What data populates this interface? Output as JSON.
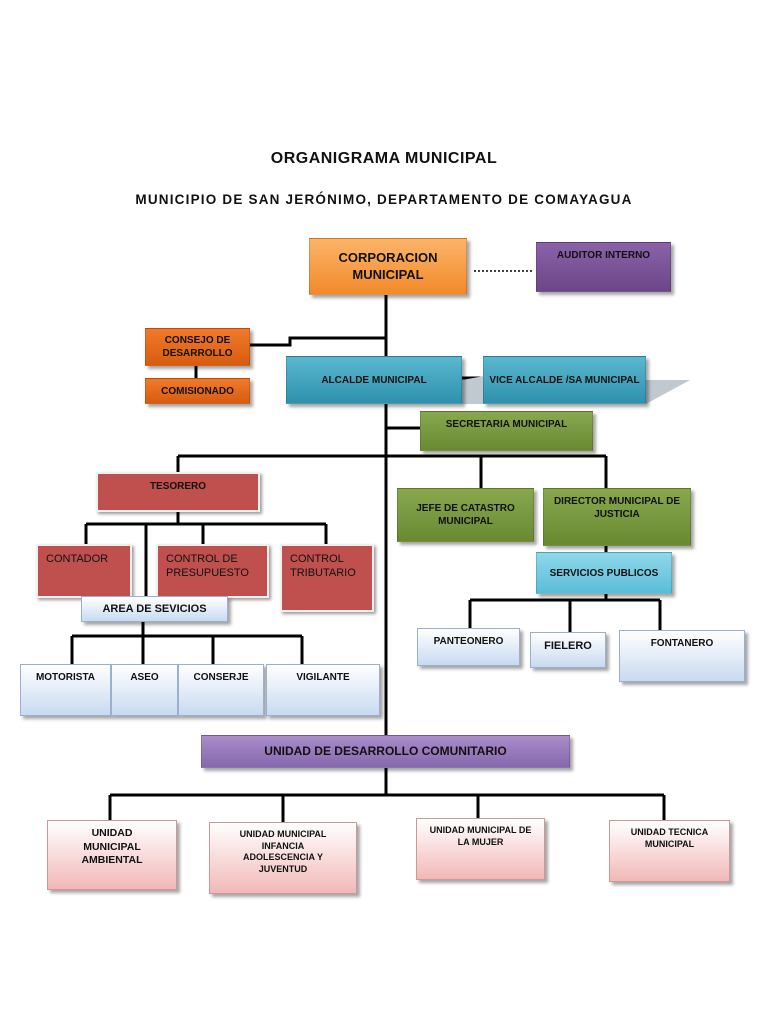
{
  "titles": {
    "main": "ORGANIGRAMA MUNICIPAL",
    "sub": "MUNICIPIO DE SAN JERÓNIMO, DEPARTAMENTO DE COMAYAGUA"
  },
  "nodes": {
    "corporacion": "CORPORACION MUNICIPAL",
    "auditor": "AUDITOR INTERNO",
    "consejo": "CONSEJO DE DESARROLLO",
    "comisionado": "COMISIONADO",
    "alcalde": "ALCALDE MUNICIPAL",
    "vice_alcalde": "VICE ALCALDE /SA MUNICIPAL",
    "secretaria": "SECRETARIA MUNICIPAL",
    "tesorero": "TESORERO",
    "contador": "CONTADOR",
    "control_presupuesto": "CONTROL DE PRESUPUESTO",
    "control_tributario": "CONTROL TRIBUTARIO",
    "area_servicios": "AREA DE SEVICIOS",
    "motorista": "MOTORISTA",
    "aseo": "ASEO",
    "conserje": "CONSERJE",
    "vigilante": "VIGILANTE",
    "jefe_catastro": "JEFE DE CATASTRO MUNICIPAL",
    "director_justicia": "DIRECTOR MUNICIPAL DE JUSTICIA",
    "servicios_publicos": "SERVICIOS PUBLICOS",
    "panteonero": "PANTEONERO",
    "fielero": "FIELERO",
    "fontanero": "FONTANERO",
    "unidad_desarrollo": "UNIDAD DE DESARROLLO COMUNITARIO",
    "unidad_ambiental": "UNIDAD MUNICIPAL AMBIENTAL",
    "unidad_infancia": "UNIDAD MUNICIPAL INFANCIA ADOLESCENCIA Y JUVENTUD",
    "unidad_mujer": "UNIDAD MUNICIPAL DE LA MUJER",
    "unidad_tecnica": "UNIDAD TECNICA MUNICIPAL"
  }
}
